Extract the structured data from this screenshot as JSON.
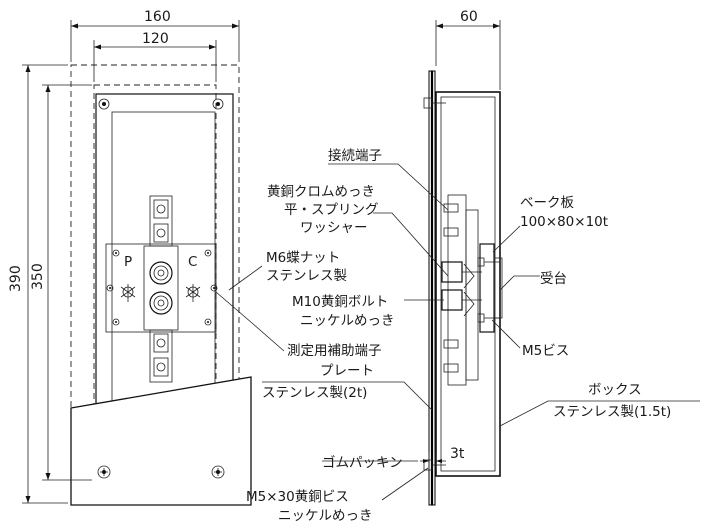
{
  "dimensions": {
    "width_outer": "160",
    "width_inner": "120",
    "height_outer": "390",
    "height_inner": "350",
    "depth": "60",
    "gasket_thickness": "3t"
  },
  "terminal_marks": {
    "p": "P",
    "c": "C"
  },
  "labels": {
    "connection_terminal": "接続端子",
    "washer_line1": "黄銅クロムめっき",
    "washer_line2": "平・スプリング",
    "washer_line3": "ワッシャー",
    "bakelite_line1": "ベーク板",
    "bakelite_line2": "100×80×10t",
    "wing_nut_line1": "M6蝶ナット",
    "wing_nut_line2": "ステンレス製",
    "support": "受台",
    "bolt_line1": "M10黄銅ボルト",
    "bolt_line2": "ニッケルめっき",
    "m5_screw": "M5ビス",
    "aux_terminal": "測定用補助端子",
    "plate_line1": "プレート",
    "plate_line2": "ステンレス製(2t)",
    "box_line1": "ボックス",
    "box_line2": "ステンレス製(1.5t)",
    "gasket": "ゴムパッキン",
    "brass_screw_line1": "M5×30黄銅ビス",
    "brass_screw_line2": "ニッケルめっき"
  }
}
